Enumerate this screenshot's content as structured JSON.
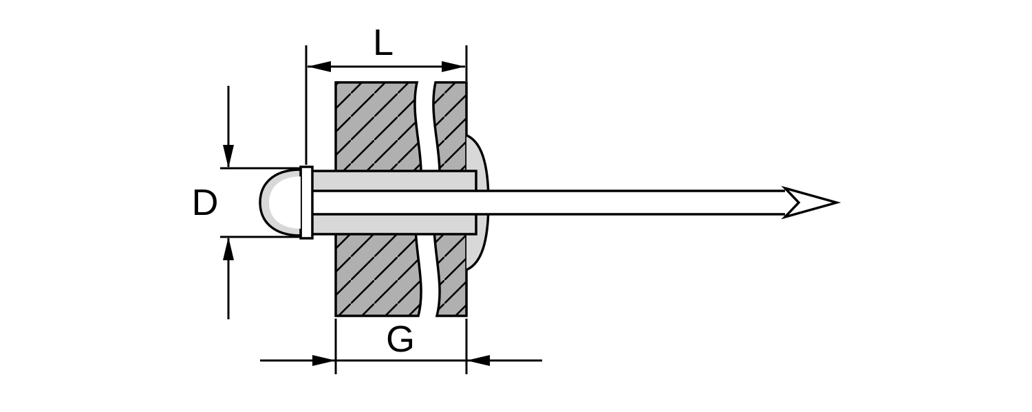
{
  "figure": {
    "labels": {
      "length": "L",
      "diameter": "D",
      "grip": "G"
    },
    "colors": {
      "background": "#ffffff",
      "line": "#000000",
      "plate_fill": "#b0b0b0",
      "rivet_fill": "#d8d8d8",
      "white": "#ffffff"
    }
  }
}
